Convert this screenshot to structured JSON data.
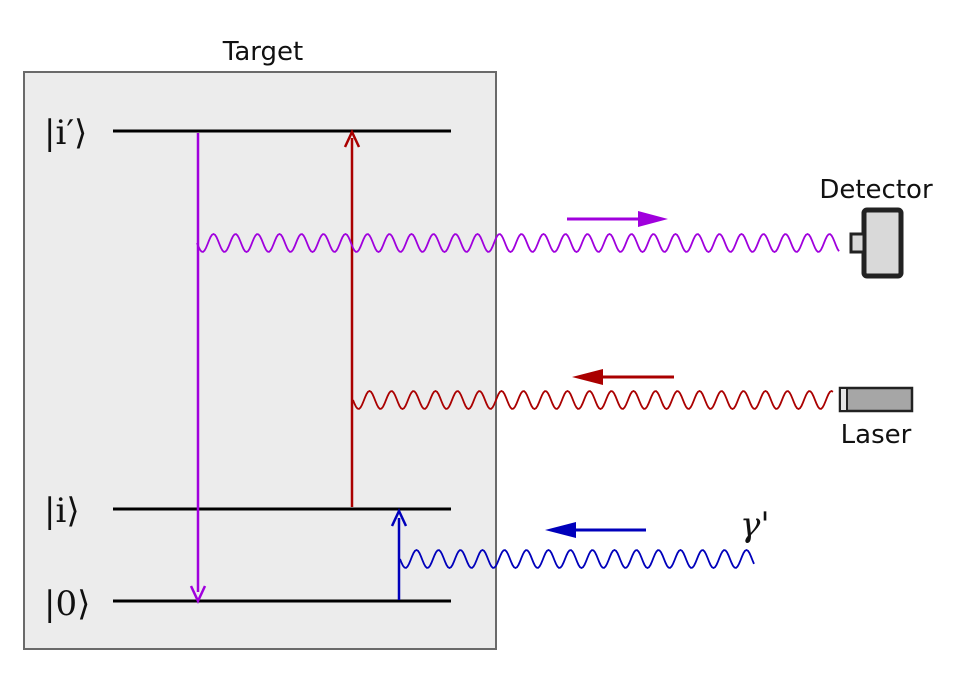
{
  "target": {
    "title": "Target"
  },
  "levels": [
    {
      "id": "excited",
      "label": "|i′⟩"
    },
    {
      "id": "intermediate",
      "label": "|i⟩"
    },
    {
      "id": "ground",
      "label": "|0⟩"
    }
  ],
  "devices": {
    "detector": {
      "label": "Detector"
    },
    "laser": {
      "label": "Laser"
    }
  },
  "incoming_photon": {
    "label": "γ'"
  },
  "colors": {
    "purple": "#a000dd",
    "red": "#aa0000",
    "blue": "#0000bb",
    "box_fill": "#ececec",
    "box_stroke": "#6a6a6a",
    "level_line": "#000000",
    "device_fill": "#d9d9d9",
    "laser_fill": "#a6a6a6"
  }
}
